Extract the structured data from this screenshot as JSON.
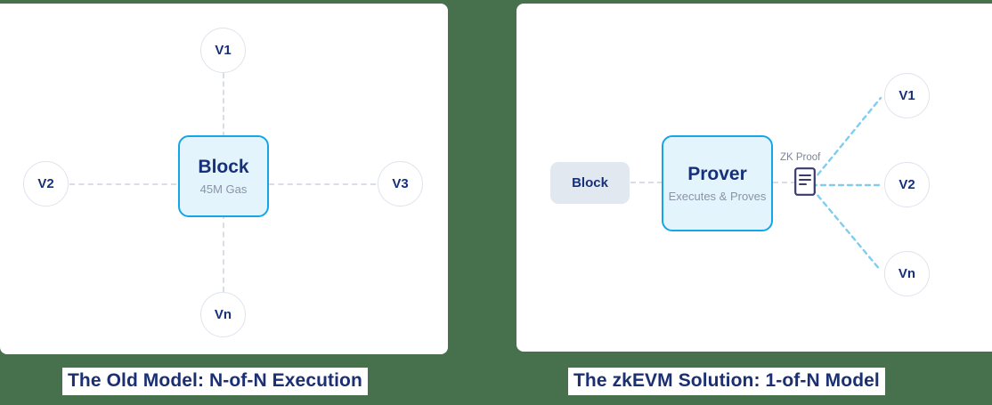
{
  "theme": {
    "page_background": "#47704d",
    "panel_background": "#ffffff",
    "accent_blue": "#14a6e8",
    "accent_light_blue": "#e4f4fd",
    "navy_text": "#16307a",
    "caption_text": "#1b2f72",
    "muted_text": "#8a93a5",
    "edge_gray": "#d8dde6",
    "edge_blue": "#7fcdf0",
    "plain_block_fill": "#e2e8f0"
  },
  "left_panel": {
    "caption": "The Old Model: N-of-N Execution",
    "center_node": {
      "title": "Block",
      "subtitle": "45M Gas"
    },
    "validators": [
      {
        "label": "V1",
        "position": "top"
      },
      {
        "label": "V2",
        "position": "left"
      },
      {
        "label": "V3",
        "position": "right"
      },
      {
        "label": "Vn",
        "position": "bottom"
      }
    ]
  },
  "right_panel": {
    "caption": "The zkEVM Solution: 1-of-N Model",
    "block_node": {
      "title": "Block"
    },
    "prover_node": {
      "title": "Prover",
      "subtitle": "Executes & Proves"
    },
    "proof": {
      "label": "ZK Proof",
      "icon": "document-icon"
    },
    "validators": [
      {
        "label": "V1",
        "position": "top"
      },
      {
        "label": "V2",
        "position": "middle"
      },
      {
        "label": "Vn",
        "position": "bottom"
      }
    ]
  }
}
